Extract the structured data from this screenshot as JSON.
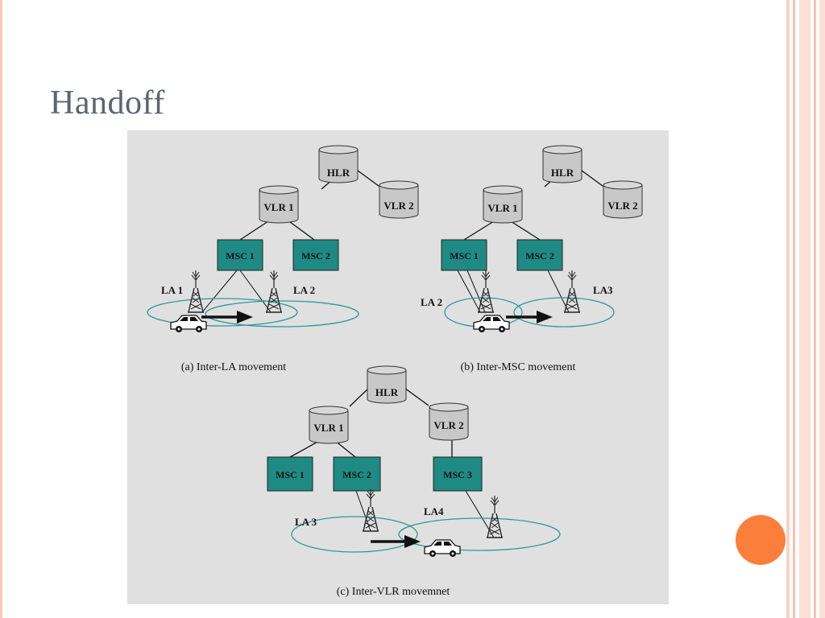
{
  "slide": {
    "title": "Handoff"
  },
  "figure": {
    "panel_a": {
      "hlr": "HLR",
      "vlr1": "VLR 1",
      "vlr2": "VLR 2",
      "msc1": "MSC 1",
      "msc2": "MSC 2",
      "la_left": "LA 1",
      "la_right": "LA 2",
      "caption": "(a) Inter-LA movement"
    },
    "panel_b": {
      "hlr": "HLR",
      "vlr1": "VLR 1",
      "vlr2": "VLR 2",
      "msc1": "MSC 1",
      "msc2": "MSC 2",
      "la_left": "LA 2",
      "la_right": "LA3",
      "caption": "(b) Inter-MSC movement"
    },
    "panel_c": {
      "hlr": "HLR",
      "vlr1": "VLR 1",
      "vlr2": "VLR 2",
      "msc1": "MSC 1",
      "msc2": "MSC 2",
      "msc3": "MSC 3",
      "la_left": "LA 3",
      "la_right": "LA4",
      "caption": "(c) Inter-VLR movemnet"
    }
  },
  "colors": {
    "title": "#5a6472",
    "msc_fill": "#1f8a84",
    "db_fill": "#c8c8c8",
    "la_ellipse": "#2e9a9a",
    "figure_bg": "#e0e0e0",
    "frame_accent": "#f7c9b8",
    "orange_dot": "#fb7f3b"
  }
}
